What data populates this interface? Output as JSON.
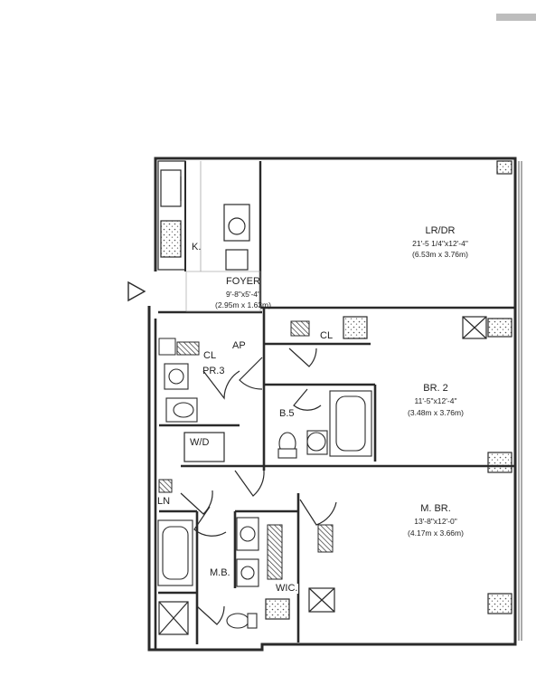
{
  "rooms": {
    "kitchen": {
      "name": "K."
    },
    "lrdr": {
      "name": "LR/DR",
      "dim_ft": "21'-5 1/4\"x12'-4\"",
      "dim_m": "(6.53m x 3.76m)"
    },
    "foyer": {
      "name": "FOYER",
      "dim_ft": "9'-8\"x5'-4\"",
      "dim_m": "(2.95m x 1.63m)"
    },
    "closet_1": {
      "name": "CL"
    },
    "ap": {
      "name": "AP"
    },
    "closet_2": {
      "name": "CL"
    },
    "powder": {
      "name": "PR.3"
    },
    "br2": {
      "name": "BR. 2",
      "dim_ft": "11'-5\"x12'-4\"",
      "dim_m": "(3.48m x 3.76m)"
    },
    "bath": {
      "name": "B.5"
    },
    "wd": {
      "name": "W/D"
    },
    "linen": {
      "name": "LN"
    },
    "mbr": {
      "name": "M. BR.",
      "dim_ft": "13'-8\"x12'-0\"",
      "dim_m": "(4.17m x 3.66m)"
    },
    "mbath": {
      "name": "M.B."
    },
    "wic": {
      "name": "WIC."
    }
  }
}
